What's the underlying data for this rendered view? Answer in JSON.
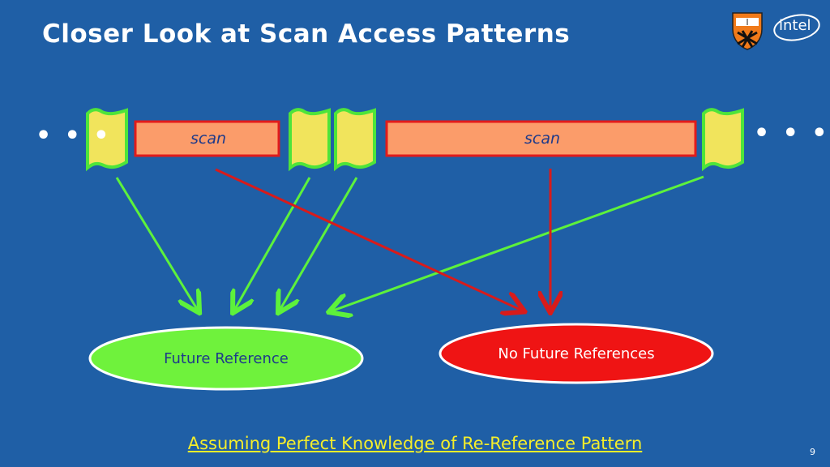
{
  "slide": {
    "title": "Closer Look at Scan Access Patterns",
    "footer": "Assuming Perfect Knowledge of Re-Reference Pattern",
    "page_number": "9"
  },
  "logos": {
    "intel_text": "intel"
  },
  "diagram": {
    "ellipsis_left": "• • •",
    "ellipsis_right": "• • •",
    "scan_left_label": "scan",
    "scan_right_label": "scan",
    "oval_future": "Future Reference",
    "oval_no_future": "No Future References"
  },
  "colors": {
    "background": "#1f5fa6",
    "block_yellow": "#f1e45c",
    "block_border": "#4ee43a",
    "scan_fill": "#fb9c6a",
    "scan_border": "#e11b1b",
    "arrow_green": "#5df23b",
    "arrow_red": "#d81b1b",
    "oval_green": "#6ff23c",
    "oval_red": "#ef1414",
    "footer_yellow": "#f5ee2a"
  }
}
